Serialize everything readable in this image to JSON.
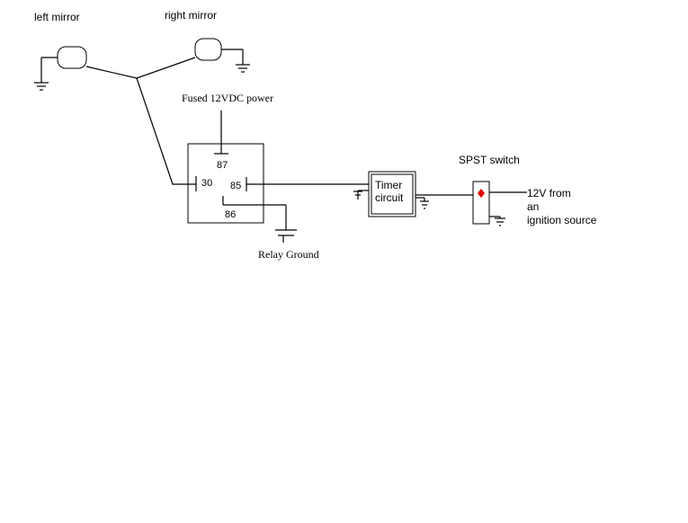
{
  "labels": {
    "left_mirror": "left mirror",
    "right_mirror": "right mirror",
    "fused_power": "Fused  12VDC power",
    "relay_ground": "Relay Ground",
    "spst_switch": "SPST switch",
    "ignition_line1": "12V from",
    "ignition_line2": "an",
    "ignition_line3": "ignition source"
  },
  "relay": {
    "pin_87": "87",
    "pin_30": "30",
    "pin_85": "85",
    "pin_86": "86"
  },
  "timer": {
    "line1": "Timer",
    "line2": "circuit"
  },
  "colors": {
    "wire": "#000000",
    "switch_indicator": "#e00000"
  },
  "icons": {
    "ground": "ground-symbol-icon",
    "mirror": "mirror-icon",
    "switch_indicator": "diamond-icon"
  }
}
